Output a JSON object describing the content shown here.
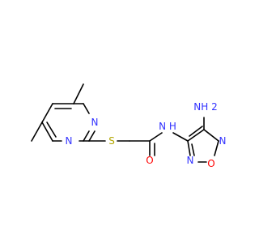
{
  "molecule": {
    "atoms": [
      {
        "id": "N_pym1",
        "label": "N",
        "color": "#3333ff"
      },
      {
        "id": "N_pym3",
        "label": "N",
        "color": "#3333ff"
      },
      {
        "id": "S",
        "label": "S",
        "color": "#b2a600"
      },
      {
        "id": "O_carbonyl",
        "label": "O",
        "color": "#ff0000"
      },
      {
        "id": "NH_amide",
        "label": "N\nH",
        "color": "#3333ff"
      },
      {
        "id": "NH2",
        "label": "NH\n2",
        "color": "#3333ff"
      },
      {
        "id": "N_ring_top",
        "label": "N",
        "color": "#3333ff"
      },
      {
        "id": "O_ring",
        "label": "O",
        "color": "#ff0000"
      },
      {
        "id": "N_ring_bottom",
        "label": "N",
        "color": "#3333ff"
      }
    ],
    "colors": {
      "bond": "#000000",
      "nitrogen": "#3333ff",
      "oxygen": "#ff0000",
      "sulfur": "#b2a600"
    }
  }
}
